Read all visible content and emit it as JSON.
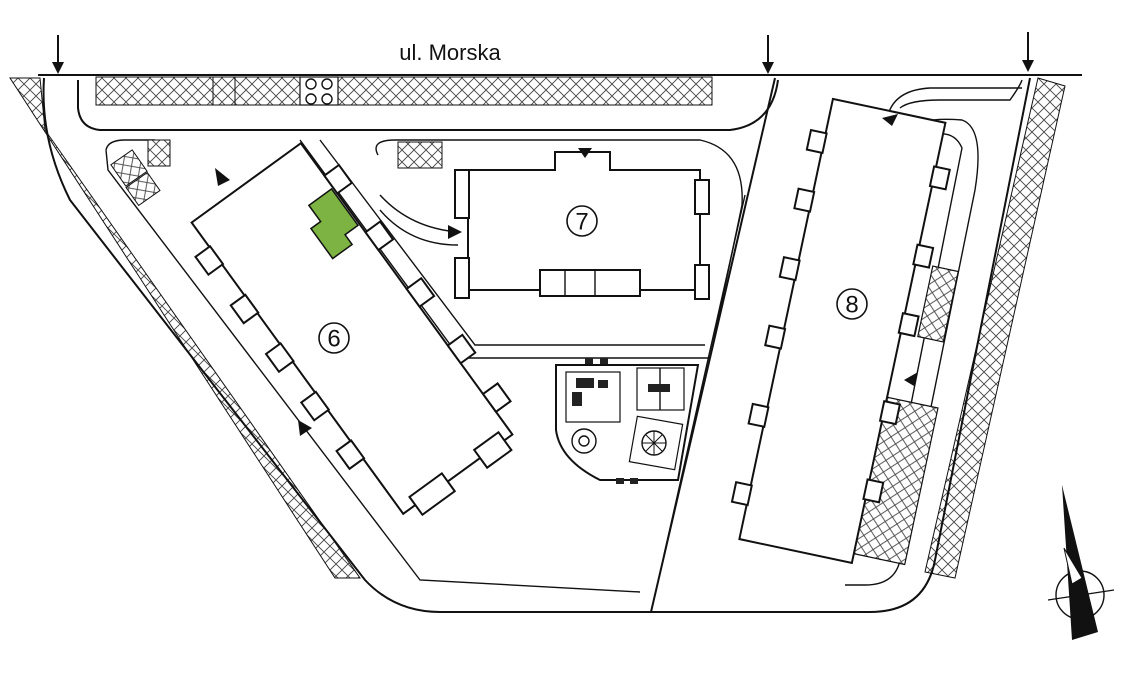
{
  "map": {
    "street_label": "ul. Morska",
    "buildings": [
      {
        "id": "building-6",
        "label": "6"
      },
      {
        "id": "building-7",
        "label": "7"
      },
      {
        "id": "building-8",
        "label": "8"
      }
    ],
    "highlight_color": "#7cb342",
    "hatch_color": "#444444",
    "entrance_count": 3,
    "compass_icon": "north-arrow-icon"
  }
}
